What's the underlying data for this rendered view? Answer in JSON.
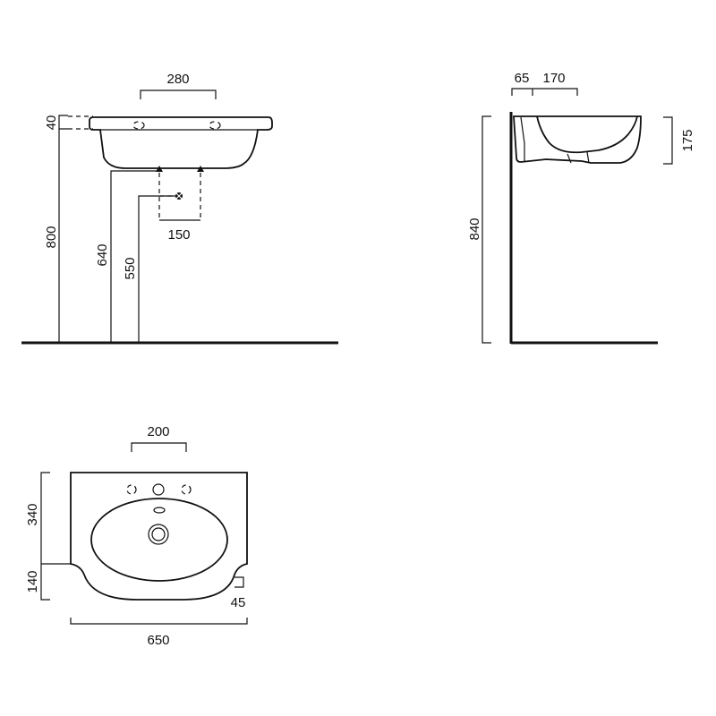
{
  "front_view": {
    "dim_280": "280",
    "dim_40": "40",
    "dim_800": "800",
    "dim_640": "640",
    "dim_550": "550",
    "dim_150": "150"
  },
  "side_view": {
    "dim_65": "65",
    "dim_170": "170",
    "dim_175": "175",
    "dim_840": "840"
  },
  "top_view": {
    "dim_200": "200",
    "dim_340": "340",
    "dim_140": "140",
    "dim_45": "45",
    "dim_650": "650"
  }
}
